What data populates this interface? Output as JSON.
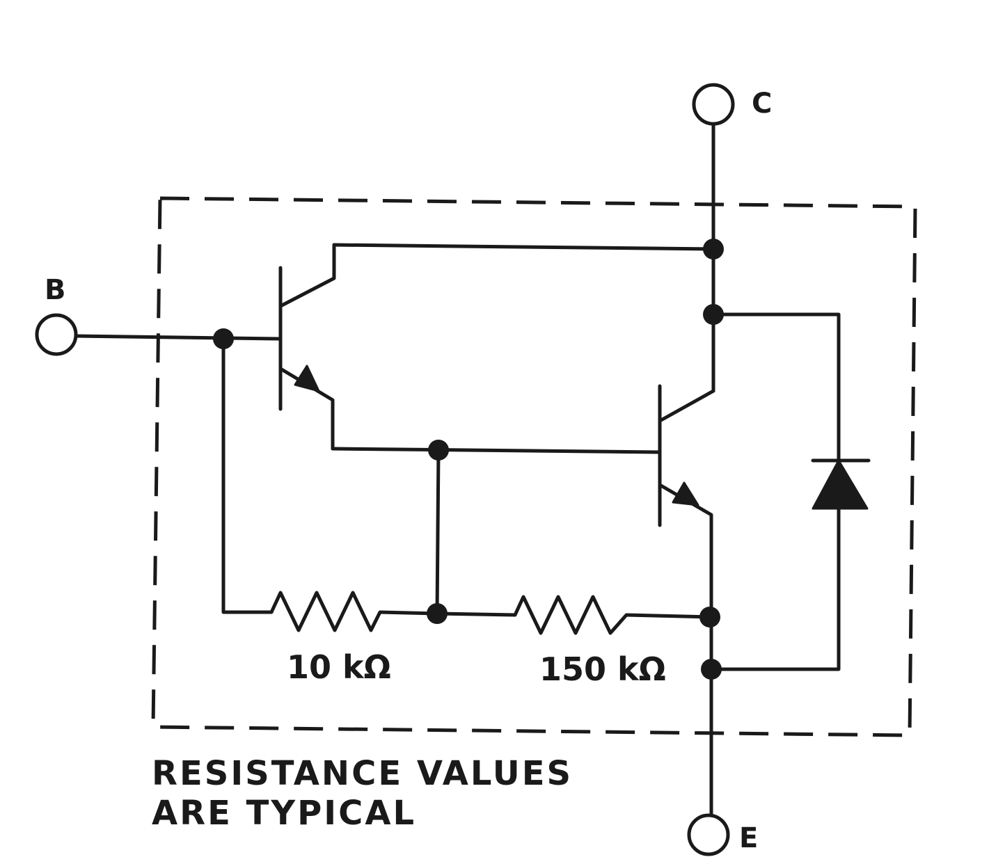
{
  "terminals": {
    "base": "B",
    "collector": "C",
    "emitter": "E"
  },
  "resistors": {
    "r1": "10 kΩ",
    "r2": "150 kΩ"
  },
  "note": {
    "line1": "RESISTANCE VALUES",
    "line2": "ARE TYPICAL"
  }
}
